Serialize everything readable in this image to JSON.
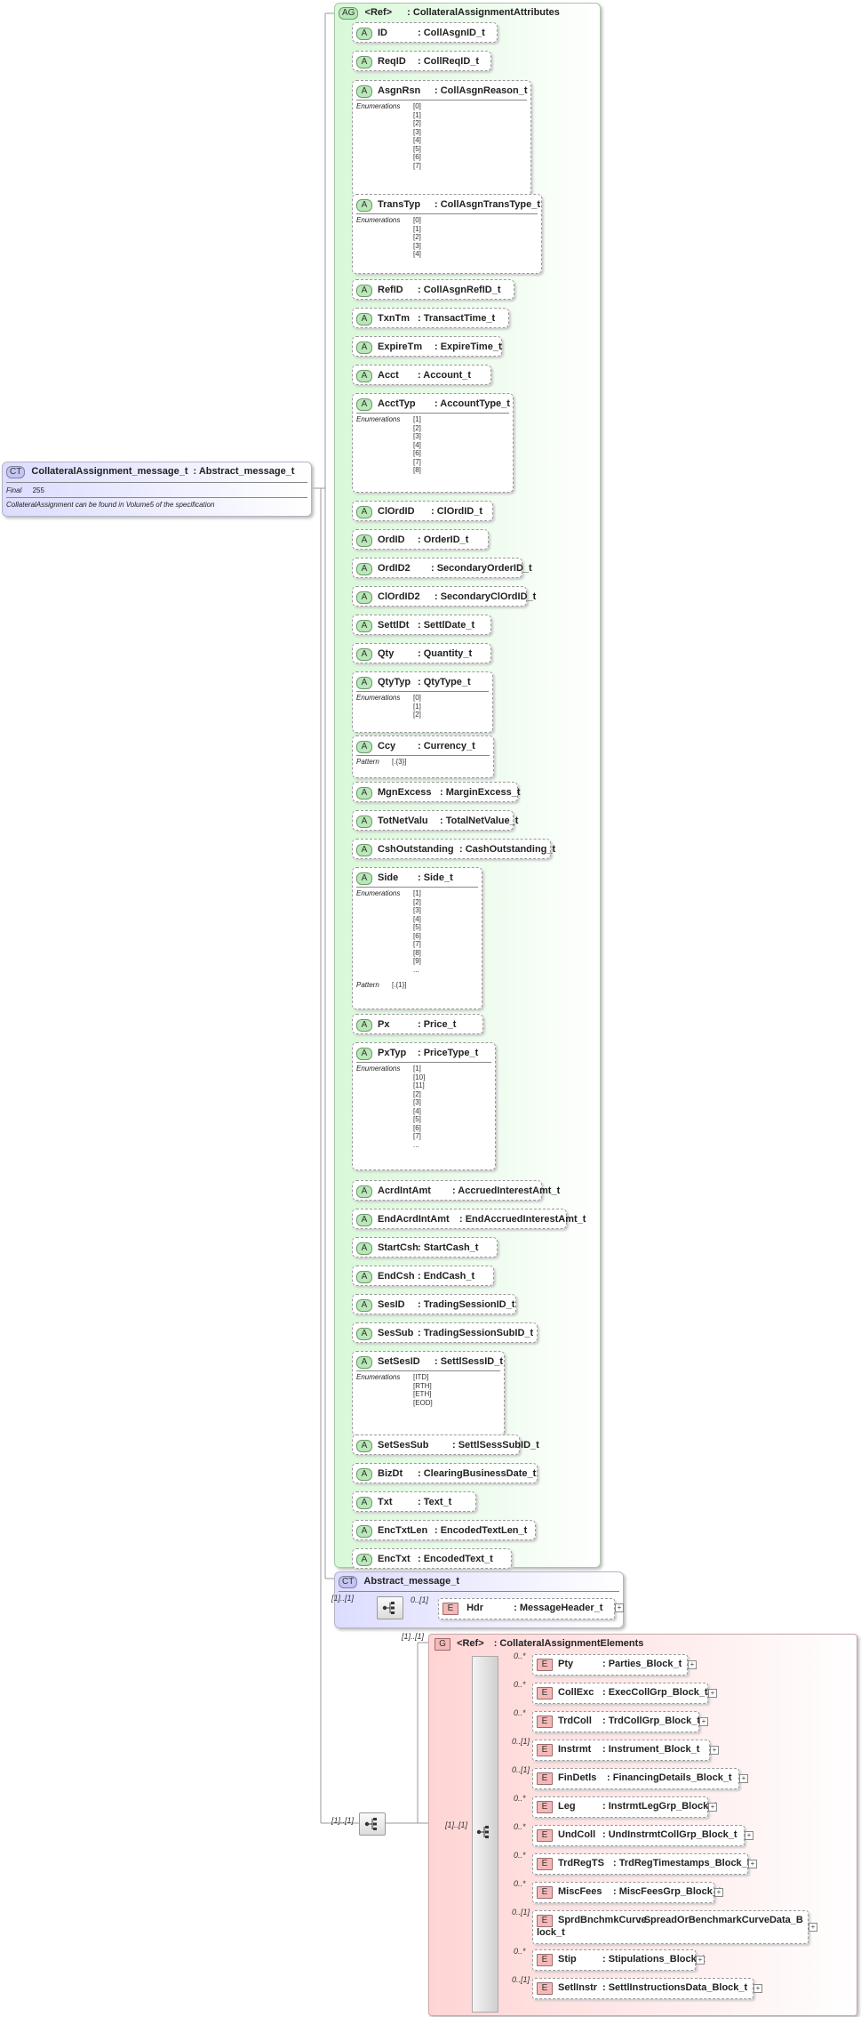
{
  "main": {
    "badge": "CT",
    "name": "CollateralAssignment_message_t",
    "base": ": Abstract_message_t",
    "final_label": "Final",
    "final_value": "255",
    "doc": "CollateralAssignment can be found in Volume5 of the specification"
  },
  "attribute_group": {
    "badge": "AG",
    "ref": "<Ref>",
    "name": ": CollateralAssignmentAttributes",
    "attrs": [
      {
        "name": "ID",
        "type": ": CollAsgnID_t"
      },
      {
        "name": "ReqID",
        "type": ": CollReqID_t"
      },
      {
        "name": "AsgnRsn",
        "type": ": CollAsgnReason_t",
        "enum_label": "Enumerations",
        "enums": [
          "[0]",
          "[1]",
          "[2]",
          "[3]",
          "[4]",
          "[5]",
          "[6]",
          "[7]"
        ]
      },
      {
        "name": "TransTyp",
        "type": ": CollAsgnTransType_t",
        "enum_label": "Enumerations",
        "enums": [
          "[0]",
          "[1]",
          "[2]",
          "[3]",
          "[4]"
        ]
      },
      {
        "name": "RefID",
        "type": ": CollAsgnRefID_t"
      },
      {
        "name": "TxnTm",
        "type": ": TransactTime_t"
      },
      {
        "name": "ExpireTm",
        "type": ": ExpireTime_t"
      },
      {
        "name": "Acct",
        "type": ": Account_t"
      },
      {
        "name": "AcctTyp",
        "type": ": AccountType_t",
        "enum_label": "Enumerations",
        "enums": [
          "[1]",
          "[2]",
          "[3]",
          "[4]",
          "[6]",
          "[7]",
          "[8]"
        ]
      },
      {
        "name": "ClOrdID",
        "type": ": ClOrdID_t"
      },
      {
        "name": "OrdID",
        "type": ": OrderID_t"
      },
      {
        "name": "OrdID2",
        "type": ": SecondaryOrderID_t"
      },
      {
        "name": "ClOrdID2",
        "type": ": SecondaryClOrdID_t"
      },
      {
        "name": "SettlDt",
        "type": ": SettlDate_t"
      },
      {
        "name": "Qty",
        "type": ": Quantity_t"
      },
      {
        "name": "QtyTyp",
        "type": ": QtyType_t",
        "enum_label": "Enumerations",
        "enums": [
          "[0]",
          "[1]",
          "[2]"
        ]
      },
      {
        "name": "Ccy",
        "type": ": Currency_t",
        "pattern_label": "Pattern",
        "pattern": "[.{3}]"
      },
      {
        "name": "MgnExcess",
        "type": ": MarginExcess_t"
      },
      {
        "name": "TotNetValu",
        "type": ": TotalNetValue_t"
      },
      {
        "name": "CshOutstanding",
        "type": ": CashOutstanding_t"
      },
      {
        "name": "Side",
        "type": ": Side_t",
        "enum_label": "Enumerations",
        "enums": [
          "[1]",
          "[2]",
          "[3]",
          "[4]",
          "[5]",
          "[6]",
          "[7]",
          "[8]",
          "[9]",
          "..."
        ],
        "pattern_label": "Pattern",
        "pattern": "[.{1}]"
      },
      {
        "name": "Px",
        "type": ": Price_t"
      },
      {
        "name": "PxTyp",
        "type": ": PriceType_t",
        "enum_label": "Enumerations",
        "enums": [
          "[1]",
          "[10]",
          "[11]",
          "[2]",
          "[3]",
          "[4]",
          "[5]",
          "[6]",
          "[7]",
          "..."
        ]
      },
      {
        "name": "AcrdIntAmt",
        "type": ": AccruedInterestAmt_t"
      },
      {
        "name": "EndAcrdIntAmt",
        "type": ": EndAccruedInterestAmt_t"
      },
      {
        "name": "StartCsh",
        "type": ": StartCash_t"
      },
      {
        "name": "EndCsh",
        "type": ": EndCash_t"
      },
      {
        "name": "SesID",
        "type": ": TradingSessionID_t"
      },
      {
        "name": "SesSub",
        "type": ": TradingSessionSubID_t"
      },
      {
        "name": "SetSesID",
        "type": ": SettlSessID_t",
        "enum_label": "Enumerations",
        "enums": [
          "[ITD]",
          "[RTH]",
          "[ETH]",
          "[EOD]"
        ]
      },
      {
        "name": "SetSesSub",
        "type": ": SettlSessSubID_t"
      },
      {
        "name": "BizDt",
        "type": ": ClearingBusinessDate_t"
      },
      {
        "name": "Txt",
        "type": ": Text_t"
      },
      {
        "name": "EncTxtLen",
        "type": ": EncodedTextLen_t"
      },
      {
        "name": "EncTxt",
        "type": ": EncodedText_t"
      }
    ]
  },
  "abstract": {
    "badge": "CT",
    "name": "Abstract_message_t",
    "seq_card": "[1]..[1]",
    "el_card": "0..[1]",
    "el_badge": "E",
    "el_name": "Hdr",
    "el_type": ": MessageHeader_t"
  },
  "outer_seq_card": "[1]..[1]",
  "group": {
    "card": "[1]..[1]",
    "badge": "G",
    "ref": "<Ref>",
    "name": ": CollateralAssignmentElements",
    "seq_card": "[1]..[1]",
    "elements": [
      {
        "card": "0..*",
        "name": "Pty",
        "type": ": Parties_Block_t"
      },
      {
        "card": "0..*",
        "name": "CollExc",
        "type": ": ExecCollGrp_Block_t"
      },
      {
        "card": "0..*",
        "name": "TrdColl",
        "type": ": TrdCollGrp_Block_t"
      },
      {
        "card": "0..[1]",
        "name": "Instrmt",
        "type": ": Instrument_Block_t"
      },
      {
        "card": "0..[1]",
        "name": "FinDetls",
        "type": ": FinancingDetails_Block_t"
      },
      {
        "card": "0..*",
        "name": "Leg",
        "type": ": InstrmtLegGrp_Block_t"
      },
      {
        "card": "0..*",
        "name": "UndColl",
        "type": ": UndInstrmtCollGrp_Block_t"
      },
      {
        "card": "0..*",
        "name": "TrdRegTS",
        "type": ": TrdRegTimestamps_Block_t"
      },
      {
        "card": "0..*",
        "name": "MiscFees",
        "type": ": MiscFeesGrp_Block_t"
      },
      {
        "card": "0..[1]",
        "name": "SprdBnchmkCurve",
        "type": ": SpreadOrBenchmarkCurveData_Block_t"
      },
      {
        "card": "0..*",
        "name": "Stip",
        "type": ": Stipulations_Block_t"
      },
      {
        "card": "0..[1]",
        "name": "SetlInstr",
        "type": ": SettlInstructionsData_Block_t"
      }
    ]
  }
}
